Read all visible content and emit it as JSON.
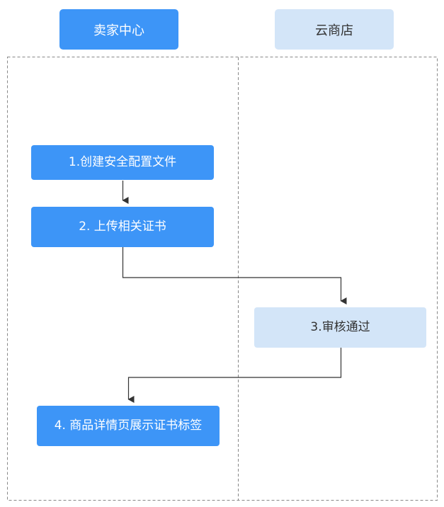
{
  "lanes": {
    "seller": "卖家中心",
    "store": "云商店"
  },
  "steps": {
    "step1": "1.创建安全配置文件",
    "step2": "2. 上传相关证书",
    "step3": "3.审核通过",
    "step4": "4. 商品详情页展示证书标签"
  },
  "colors": {
    "primary": "#3d95f7",
    "light": "#d3e5f8",
    "border": "#888888",
    "arrow": "#333333"
  }
}
